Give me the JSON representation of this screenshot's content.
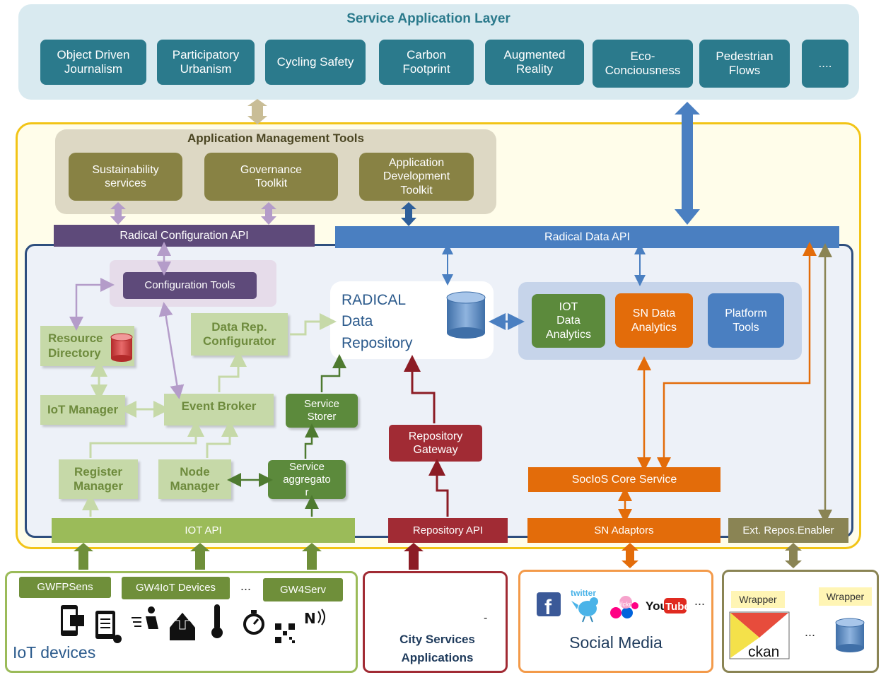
{
  "service_layer": {
    "title": "Service Application Layer",
    "apps": [
      "Object Driven\nJournalism",
      "Participatory\nUrbanism",
      "Cycling Safety",
      "Carbon\nFootprint",
      "Augmented\nReality",
      "Eco-\nConciousness",
      "Pedestrian\nFlows",
      "...."
    ]
  },
  "mgmt": {
    "title": "Application Management Tools",
    "tools": [
      "Sustainability\nservices",
      "Governance\nToolkit",
      "Application\nDevelopment\nToolkit"
    ]
  },
  "apis": {
    "config": "Radical Configuration API",
    "data": "Radical Data API",
    "iot": "IOT API",
    "repository": "Repository API",
    "sn_adaptors": "SN Adaptors",
    "ext_repos": "Ext. Repos.Enabler"
  },
  "core": {
    "config_tools": "Configuration Tools",
    "resource_directory": "Resource\nDirectory",
    "data_rep_configurator": "Data Rep.\nConfigurator",
    "iot_manager": "IoT Manager",
    "event_broker": "Event Broker",
    "register_manager": "Register\nManager",
    "node_manager": "Node\nManager",
    "service_storer": "Service\nStorer",
    "service_aggregator": "Service\naggregato\nr",
    "repository_gateway": "Repository\nGateway",
    "radical_repo": "RADICAL\nData\nRepository",
    "iot_analytics": "IOT\nData\nAnalytics",
    "sn_analytics": "SN Data\nAnalytics",
    "platform_tools": "Platform\nTools",
    "socios_core": "SocIoS Core Service"
  },
  "bottom": {
    "iot_devices": "IoT devices",
    "gwfpsens": "GWFPSens",
    "gw4iot": "GW4IoT Devices",
    "gw4serv": "GW4Serv",
    "ellipsis": "...",
    "city_services": "City Services\nApplications",
    "dash": "-",
    "social_media": "Social Media",
    "sm_ellipsis": "...",
    "twitter": "twitter",
    "flickr": "flickr",
    "youtube_you": "You",
    "youtube_tube": "Tube",
    "wrapper1": "Wrapper",
    "wrapper2": "Wrapper",
    "ckan": "ckan",
    "repo_ellipsis": "..."
  },
  "colors": {
    "teal": "#2b7a8c",
    "olive": "#888244",
    "purple": "#5e4a7a",
    "blue": "#4a7fc1",
    "iot_green": "#9bbb59",
    "repo_red": "#a12b34",
    "orange": "#e36c0a",
    "khaki": "#8a8454"
  }
}
